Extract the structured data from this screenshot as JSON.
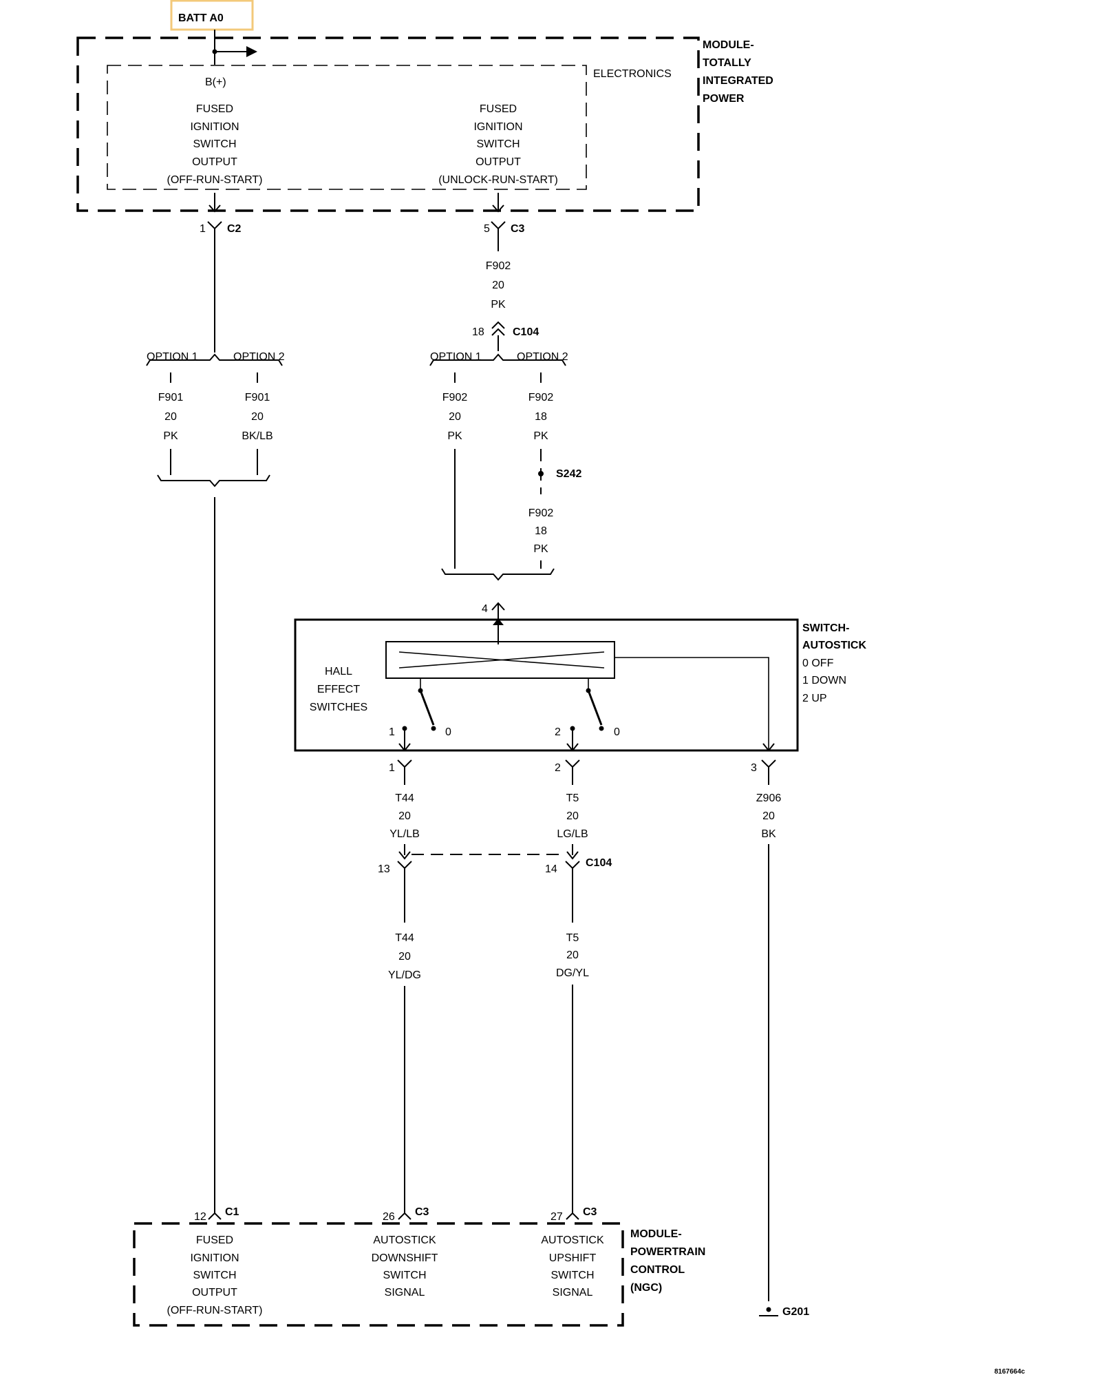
{
  "batt_label": "BATT A0",
  "tipm": {
    "name_lines": [
      "MODULE-",
      "TOTALLY",
      "INTEGRATED",
      "POWER"
    ],
    "electronics": "ELECTRONICS",
    "bplus": "B(+)",
    "left_output": [
      "FUSED",
      "IGNITION",
      "SWITCH",
      "OUTPUT",
      "(OFF-RUN-START)"
    ],
    "right_output": [
      "FUSED",
      "IGNITION",
      "SWITCH",
      "OUTPUT",
      "(UNLOCK-RUN-START)"
    ]
  },
  "tipm_connectors": {
    "left": {
      "pin": "1",
      "name": "C2"
    },
    "right": {
      "pin": "5",
      "name": "C3"
    }
  },
  "wire_f902_top": [
    "F902",
    "20",
    "PK"
  ],
  "c104_top": {
    "pin": "18",
    "name": "C104"
  },
  "options": {
    "opt1": "OPTION 1",
    "opt2": "OPTION 2"
  },
  "left_opt1_wire": [
    "F901",
    "20",
    "PK"
  ],
  "left_opt2_wire": [
    "F901",
    "20",
    "BK/LB"
  ],
  "right_opt1_wire": [
    "F902",
    "20",
    "PK"
  ],
  "right_opt2_wire": [
    "F902",
    "18",
    "PK"
  ],
  "splice": "S242",
  "wire_f902_lower": [
    "F902",
    "18",
    "PK"
  ],
  "switch_pin_top": "4",
  "autostick": {
    "name_lines": [
      "SWITCH-",
      "AUTOSTICK"
    ],
    "positions": [
      "0 OFF",
      "1 DOWN",
      "2 UP"
    ],
    "hall_lines": [
      "HALL",
      "EFFECT",
      "SWITCHES"
    ],
    "sw1": {
      "pin": "1",
      "open": "0"
    },
    "sw2": {
      "pin": "2",
      "open": "0"
    }
  },
  "switch_pins_bottom": [
    "1",
    "2",
    "3"
  ],
  "wire_t44_upper": [
    "T44",
    "20",
    "YL/LB"
  ],
  "wire_t5_upper": [
    "T5",
    "20",
    "LG/LB"
  ],
  "wire_z906": [
    "Z906",
    "20",
    "BK"
  ],
  "c104_bottom": {
    "pin_left": "13",
    "pin_right": "14",
    "name": "C104"
  },
  "wire_t44_lower": [
    "T44",
    "20",
    "YL/DG"
  ],
  "wire_t5_lower": [
    "T5",
    "20",
    "DG/YL"
  ],
  "pcm_connectors": [
    {
      "pin": "12",
      "name": "C1"
    },
    {
      "pin": "26",
      "name": "C3"
    },
    {
      "pin": "27",
      "name": "C3"
    }
  ],
  "pcm": {
    "name_lines": [
      "MODULE-",
      "POWERTRAIN",
      "CONTROL",
      "(NGC)"
    ],
    "col1": [
      "FUSED",
      "IGNITION",
      "SWITCH",
      "OUTPUT",
      "(OFF-RUN-START)"
    ],
    "col2": [
      "AUTOSTICK",
      "DOWNSHIFT",
      "SWITCH",
      "SIGNAL"
    ],
    "col3": [
      "AUTOSTICK",
      "UPSHIFT",
      "SWITCH",
      "SIGNAL"
    ]
  },
  "ground": "G201",
  "figure_id": "8167664c",
  "colors": {
    "batt_box_border": "#f3c97a",
    "line": "#000000"
  }
}
